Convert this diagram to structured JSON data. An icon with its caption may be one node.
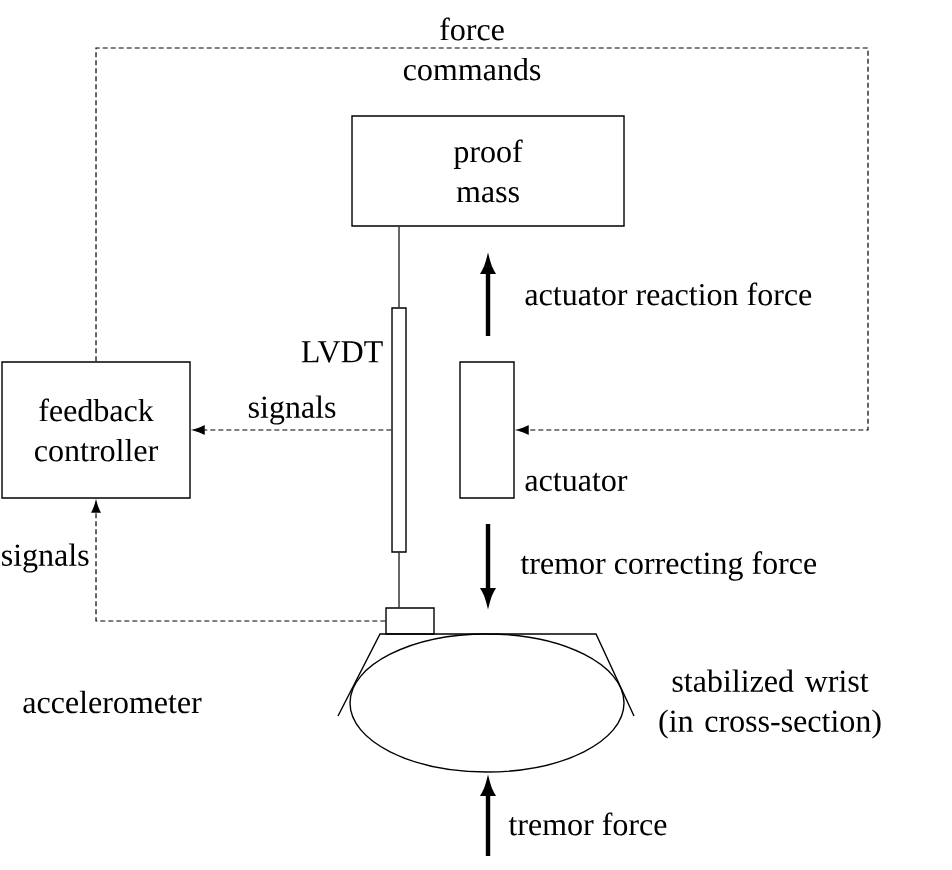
{
  "diagram": {
    "nodes": [
      {
        "text": [
          "proof mass"
        ]
      },
      {
        "text": [],
        "shape": "bar",
        "beside": [
          "LVDT"
        ]
      },
      {
        "text": [
          "feedback controller"
        ]
      },
      {
        "text": [],
        "shape": "box",
        "beside": [
          "actuator"
        ]
      },
      {
        "text": [],
        "shape": "box"
      },
      {
        "text": [],
        "shape": "ellipse",
        "beside": [
          "stabilized wrist (in cross-section)"
        ]
      }
    ],
    "edges": [
      {
        "from": 2,
        "to": 3,
        "arrow": "to",
        "style": "dashed",
        "label": "force commands"
      },
      {
        "from": 1,
        "to": 2,
        "arrow": "to",
        "style": "dashed",
        "label": "signals"
      },
      {
        "from": 4,
        "to": 2,
        "arrow": "to",
        "style": "dashed",
        "label": "signals"
      },
      {
        "from": 0,
        "to": 1,
        "arrow": "none"
      },
      {
        "from": 1,
        "to": 4,
        "arrow": "none"
      }
    ],
    "labels": [
      "actuator reaction force",
      "tremor correcting force",
      "accelerometer",
      "tremor force"
    ]
  }
}
